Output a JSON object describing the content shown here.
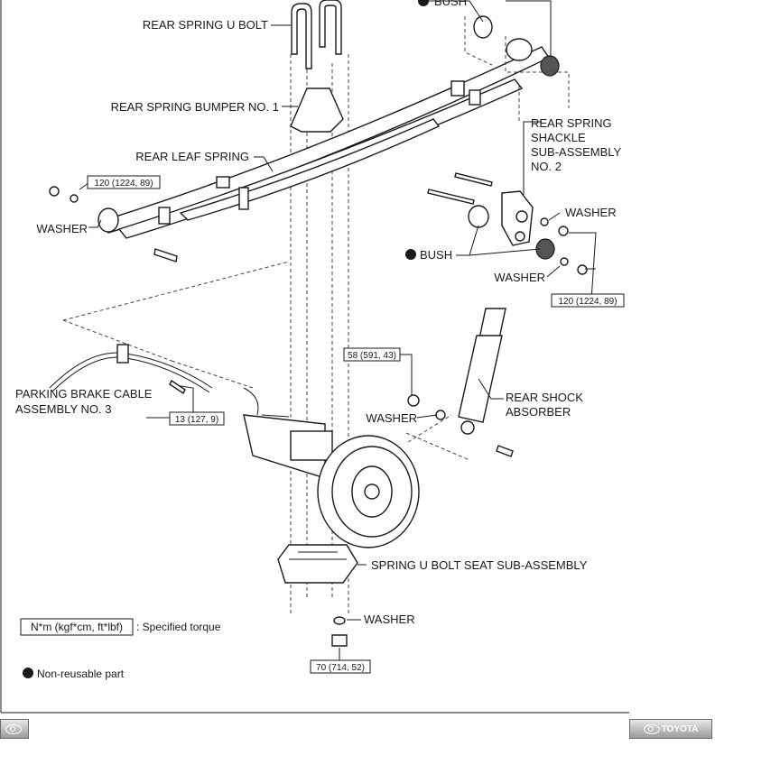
{
  "labels": {
    "bush_top": "BUSH",
    "u_bolt": "REAR SPRING U BOLT",
    "bumper": "REAR SPRING BUMPER NO. 1",
    "leaf_spring": "REAR LEAF SPRING",
    "shackle": [
      "REAR SPRING",
      "SHACKLE",
      "SUB-ASSEMBLY",
      "NO. 2"
    ],
    "washer_left": "WASHER",
    "washer_right_top": "WASHER",
    "bush_mid": "BUSH",
    "washer_right_mid": "WASHER",
    "parking_brake": [
      "PARKING BRAKE CABLE",
      "ASSEMBLY NO. 3"
    ],
    "washer_shock": "WASHER",
    "shock": [
      "REAR SHOCK",
      "ABSORBER"
    ],
    "seat": "SPRING U BOLT SEAT SUB-ASSEMBLY",
    "washer_bottom": "WASHER"
  },
  "torques": {
    "leaf_front": "120 (1224, 89)",
    "shackle": "120 (1224, 89)",
    "shock_upper": "58 (591, 43)",
    "cable": "13 (127, 9)",
    "u_bolt_nut": "70 (714, 52)"
  },
  "legend": {
    "torque_box": "N*m (kgf*cm, ft*lbf)",
    "torque_text": ": Specified torque",
    "nonreusable": "Non-reusable part"
  },
  "nav": {
    "brand": "TOYOTA"
  }
}
